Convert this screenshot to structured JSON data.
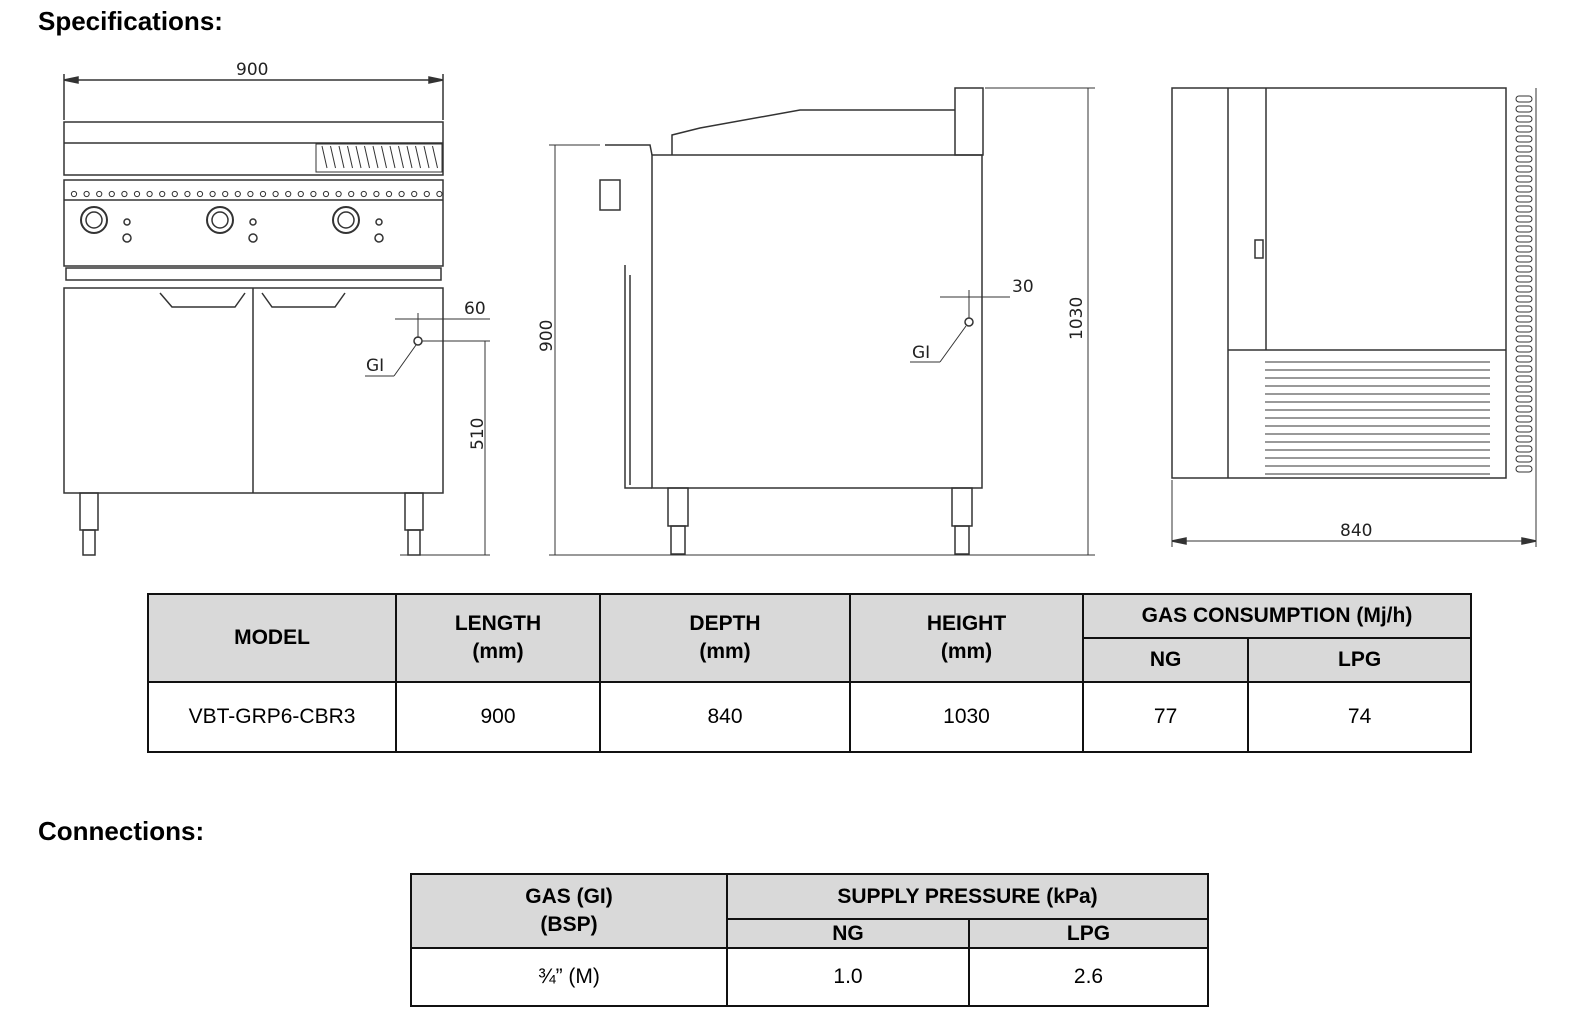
{
  "specifications": {
    "heading": "Specifications:",
    "drawing_labels": {
      "front_width": "900",
      "front_gas_offset": "60",
      "front_gas_height": "510",
      "front_gas_label": "GI",
      "side_height_body": "900",
      "side_height_total": "1030",
      "side_gas_offset": "30",
      "side_gas_label": "GI",
      "back_depth": "840"
    },
    "table": {
      "headers": {
        "model": "MODEL",
        "length": "LENGTH",
        "length_unit": "(mm)",
        "depth": "DEPTH",
        "depth_unit": "(mm)",
        "height": "HEIGHT",
        "height_unit": "(mm)",
        "gas": "GAS CONSUMPTION (Mj/h)",
        "ng": "NG",
        "lpg": "LPG"
      },
      "rows": [
        {
          "model": "VBT-GRP6-CBR3",
          "length": "900",
          "depth": "840",
          "height": "1030",
          "ng": "77",
          "lpg": "74"
        }
      ]
    }
  },
  "connections": {
    "heading": "Connections:",
    "table": {
      "headers": {
        "gas": "GAS (GI)",
        "gas_unit": "(BSP)",
        "pressure": "SUPPLY PRESSURE (kPa)",
        "ng": "NG",
        "lpg": "LPG"
      },
      "rows": [
        {
          "gas": "¾” (M)",
          "ng": "1.0",
          "lpg": "2.6"
        }
      ]
    }
  }
}
